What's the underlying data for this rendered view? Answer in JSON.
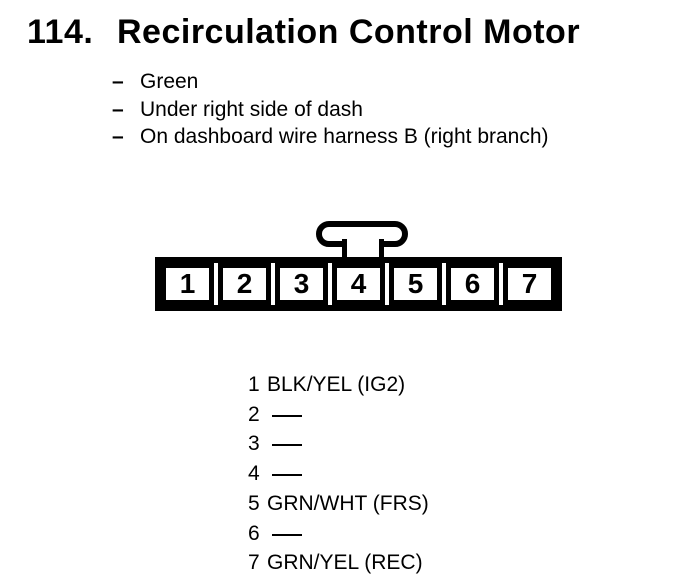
{
  "page": {
    "title_number": "114.",
    "title": "Recirculation Control Motor"
  },
  "notes": {
    "marker": "–",
    "items": [
      "Green",
      "Under right side of dash",
      "On dashboard wire harness B (right branch)"
    ]
  },
  "connector": {
    "description": "7-cavity connector, latch tab on top",
    "cavities": [
      "1",
      "2",
      "3",
      "4",
      "5",
      "6",
      "7"
    ]
  },
  "pin_assignments": [
    {
      "pin": "1",
      "label": "BLK/YEL (IG2)"
    },
    {
      "pin": "2",
      "label": "—"
    },
    {
      "pin": "3",
      "label": "—"
    },
    {
      "pin": "4",
      "label": "—"
    },
    {
      "pin": "5",
      "label": "GRN/WHT (FRS)"
    },
    {
      "pin": "6",
      "label": "—"
    },
    {
      "pin": "7",
      "label": "GRN/YEL (REC)"
    }
  ],
  "colors": {
    "ink": "#000000",
    "paper": "#ffffff"
  }
}
